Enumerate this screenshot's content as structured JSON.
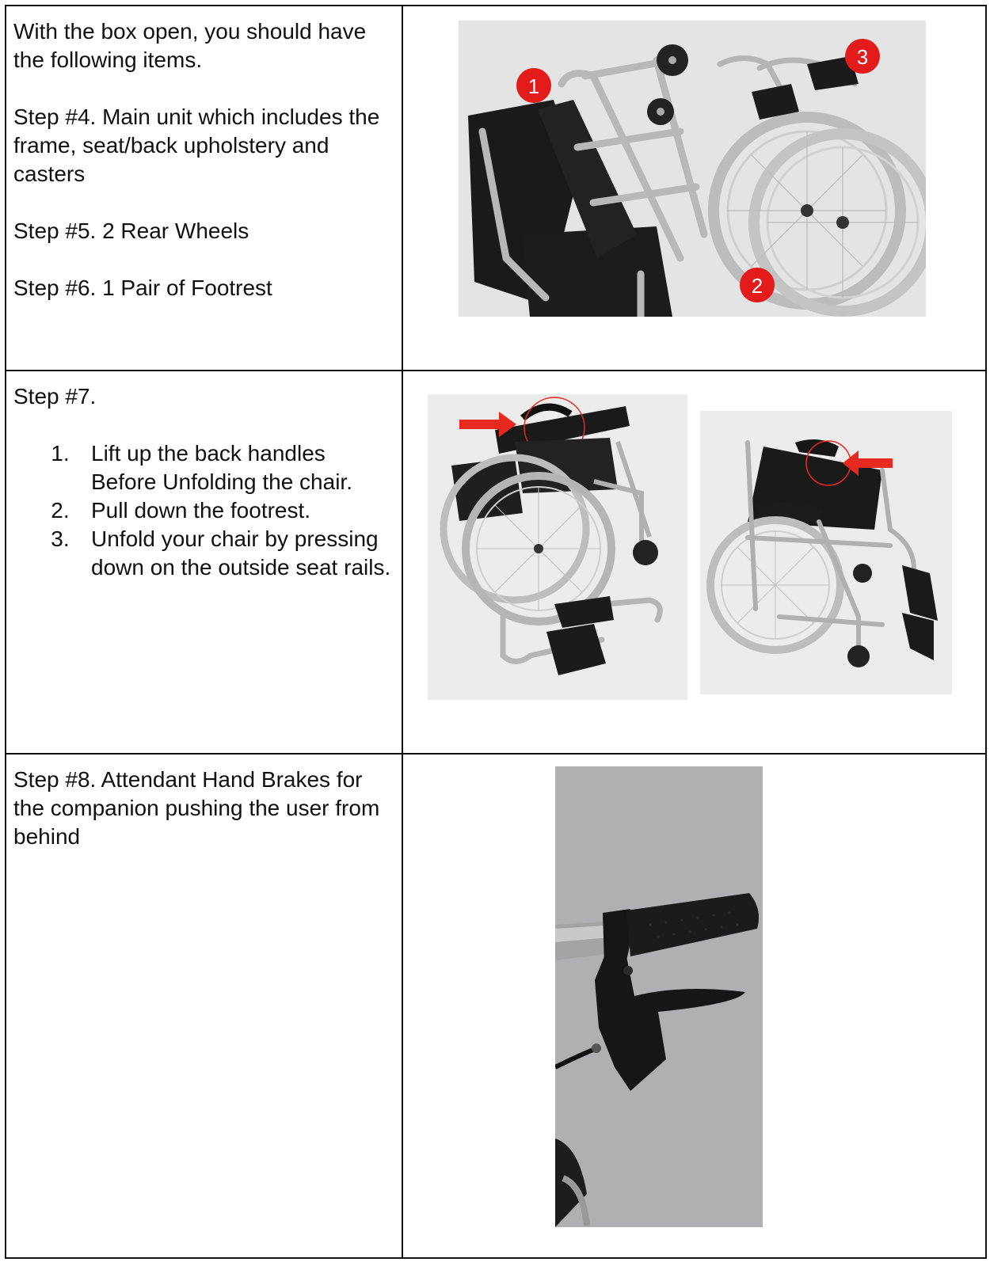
{
  "row1": {
    "intro": "With the box open, you should have the following items.",
    "step4": "Step #4. Main unit which includes the frame, seat/back upholstery and casters",
    "step5": "Step #5. 2 Rear Wheels",
    "step6": "Step #6. 1 Pair of Footrest",
    "badges": [
      "1",
      "2",
      "3"
    ]
  },
  "row2": {
    "heading": "Step #7.",
    "items": [
      "Lift up the back handles Before Unfolding the chair.",
      "Pull down the footrest.",
      "Unfold your chair by pressing down on the outside seat rails."
    ]
  },
  "row3": {
    "step8": "Step #8. Attendant Hand Brakes for the companion pushing the user from behind"
  },
  "colors": {
    "badge": "#e41b1b",
    "arrow": "#e8291f",
    "border": "#111111"
  }
}
